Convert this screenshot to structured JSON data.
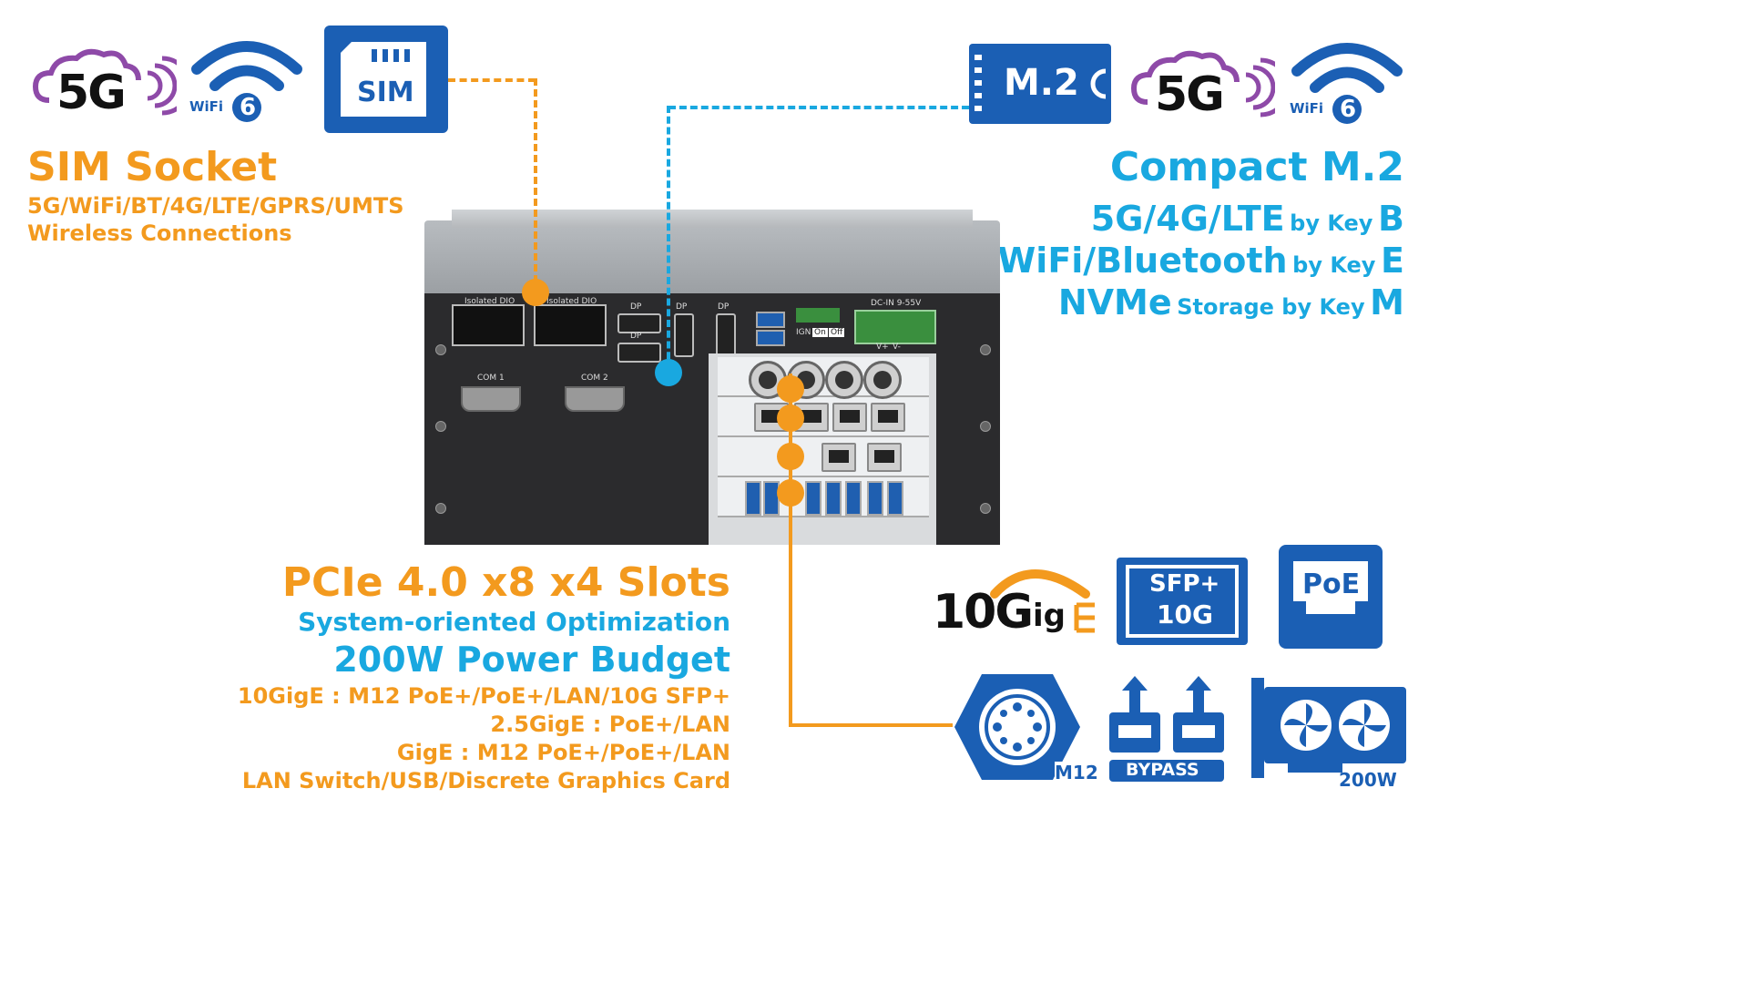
{
  "left_icons": {
    "fiveg_label": "5G",
    "wifi_label": "WiFi",
    "wifi_number": "6",
    "sim_label": "SIM"
  },
  "right_icons": {
    "m2_label": "M.2",
    "fiveg_label": "5G",
    "wifi_label": "WiFi",
    "wifi_number": "6"
  },
  "sim_section": {
    "title": "SIM Socket",
    "line1": "5G/WiFi/BT/4G/LTE/GPRS/UMTS",
    "line2": "Wireless Connections"
  },
  "m2_section": {
    "title": "Compact M.2",
    "row1_main": "5G/4G/LTE",
    "row1_small": "by Key",
    "row1_key": "B",
    "row2_main": "WiFi/Bluetooth",
    "row2_small": "by Key",
    "row2_key": "E",
    "row3_main": "NVMe",
    "row3_small": "Storage by Key",
    "row3_key": "M"
  },
  "pcie_section": {
    "title": "PCIe 4.0 x8 x4 Slots",
    "subtitle": "System-oriented Optimization",
    "power": "200W Power Budget",
    "lines": [
      "10GigE : M12 PoE+/PoE+/LAN/10G SFP+",
      "2.5GigE : PoE+/LAN",
      "GigE : M12 PoE+/PoE+/LAN",
      "LAN Switch/USB/Discrete Graphics Card"
    ]
  },
  "device_labels": {
    "dio1": "Isolated DIO",
    "dio2": "Isolated DIO",
    "com1": "COM 1",
    "com2": "COM 2",
    "dp1": "DP",
    "dp2": "DP",
    "dp3": "DP",
    "dp4": "DP",
    "dcin": "DC-IN 9-55V",
    "ign": "IGN",
    "on": "On",
    "off": "Off",
    "vplus": "V+",
    "vminus": "V-"
  },
  "feature_icons": {
    "tengige_main": "10G",
    "tengige_suffix": "ig",
    "sfp_line1": "SFP+",
    "sfp_line2": "10G",
    "poe": "PoE",
    "m12": "M12",
    "bypass": "BYPASS",
    "gpu_power": "200W"
  },
  "colors": {
    "orange": "#f39a1e",
    "blue": "#19a8e0",
    "brand_blue": "#1b5fb4",
    "purple": "#8e4aa8"
  }
}
